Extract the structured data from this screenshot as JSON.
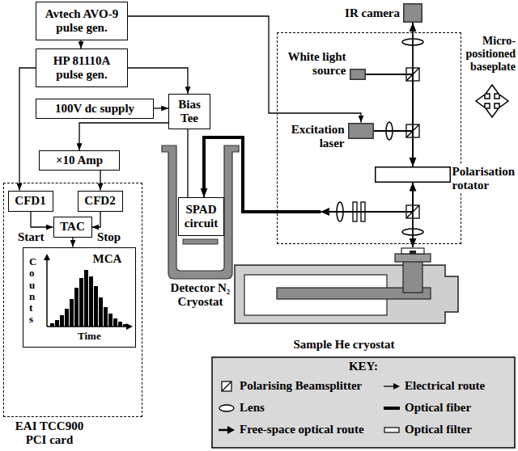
{
  "diagram": {
    "nodes": [
      {
        "text": [
          "Avtech AVO-9 pulse gen."
        ]
      },
      {
        "text": [
          "HP 81110A pulse gen."
        ]
      },
      {
        "text": [
          "100V dc supply"
        ]
      },
      {
        "text": [
          "Bias Tee"
        ]
      },
      {
        "text": [
          "×10 Amp"
        ]
      },
      {
        "text": [
          "EAI TCC900 PCI card"
        ]
      },
      {
        "text": [
          "CFD1"
        ],
        "in": 5
      },
      {
        "text": [
          "CFD2"
        ],
        "in": 5
      },
      {
        "text": [
          "TAC"
        ],
        "in": 5
      },
      {
        "text": [
          "MCA"
        ],
        "in": 5
      },
      {
        "text": [
          "Detector N₂ Cryostat"
        ]
      },
      {
        "text": [
          "SPAD circuit"
        ],
        "in": 10
      },
      {
        "text": [
          "Micro-positioned baseplate"
        ]
      },
      {
        "text": [
          "IR camera"
        ]
      },
      {
        "text": [
          "White light source"
        ],
        "in": 12
      },
      {
        "text": [
          "Excitation laser"
        ],
        "in": 12
      },
      {
        "text": [
          "Polarisation rotator"
        ],
        "in": 12
      },
      {
        "text": [
          "Sample He cryostat"
        ]
      }
    ],
    "edges": [
      {
        "from": 0,
        "to": 1,
        "arrow": "to"
      },
      {
        "from": 0,
        "to": 15,
        "arrow": "to"
      },
      {
        "from": 1,
        "to": 6,
        "arrow": "to"
      },
      {
        "from": 1,
        "to": 3,
        "arrow": "to"
      },
      {
        "from": 2,
        "to": 3,
        "arrow": "to"
      },
      {
        "from": 3,
        "to": 11,
        "arrow": "none"
      },
      {
        "from": 3,
        "to": 4,
        "arrow": "to"
      },
      {
        "from": 4,
        "to": 7,
        "arrow": "to"
      },
      {
        "from": 6,
        "to": 8,
        "label": "Start",
        "arrow": "to"
      },
      {
        "from": 7,
        "to": 8,
        "label": "Stop",
        "arrow": "to"
      },
      {
        "from": 8,
        "to": 9,
        "arrow": "to"
      },
      {
        "from": 14,
        "to": 16,
        "arrow": "to"
      },
      {
        "from": 15,
        "to": 16,
        "arrow": "to"
      },
      {
        "from": 13,
        "to": 16,
        "arrow": "both"
      },
      {
        "from": 16,
        "to": 17,
        "arrow": "both"
      },
      {
        "from": 16,
        "to": 11,
        "arrow": "to"
      }
    ],
    "labels": [
      "Counts",
      "Time",
      "KEY:"
    ],
    "legend": [
      {
        "text": "Polarising Beamsplitter"
      },
      {
        "text": "Electrical route"
      },
      {
        "text": "Lens"
      },
      {
        "text": "Optical fiber"
      },
      {
        "text": "Free-space optical route"
      },
      {
        "text": "Optical filter"
      }
    ]
  }
}
